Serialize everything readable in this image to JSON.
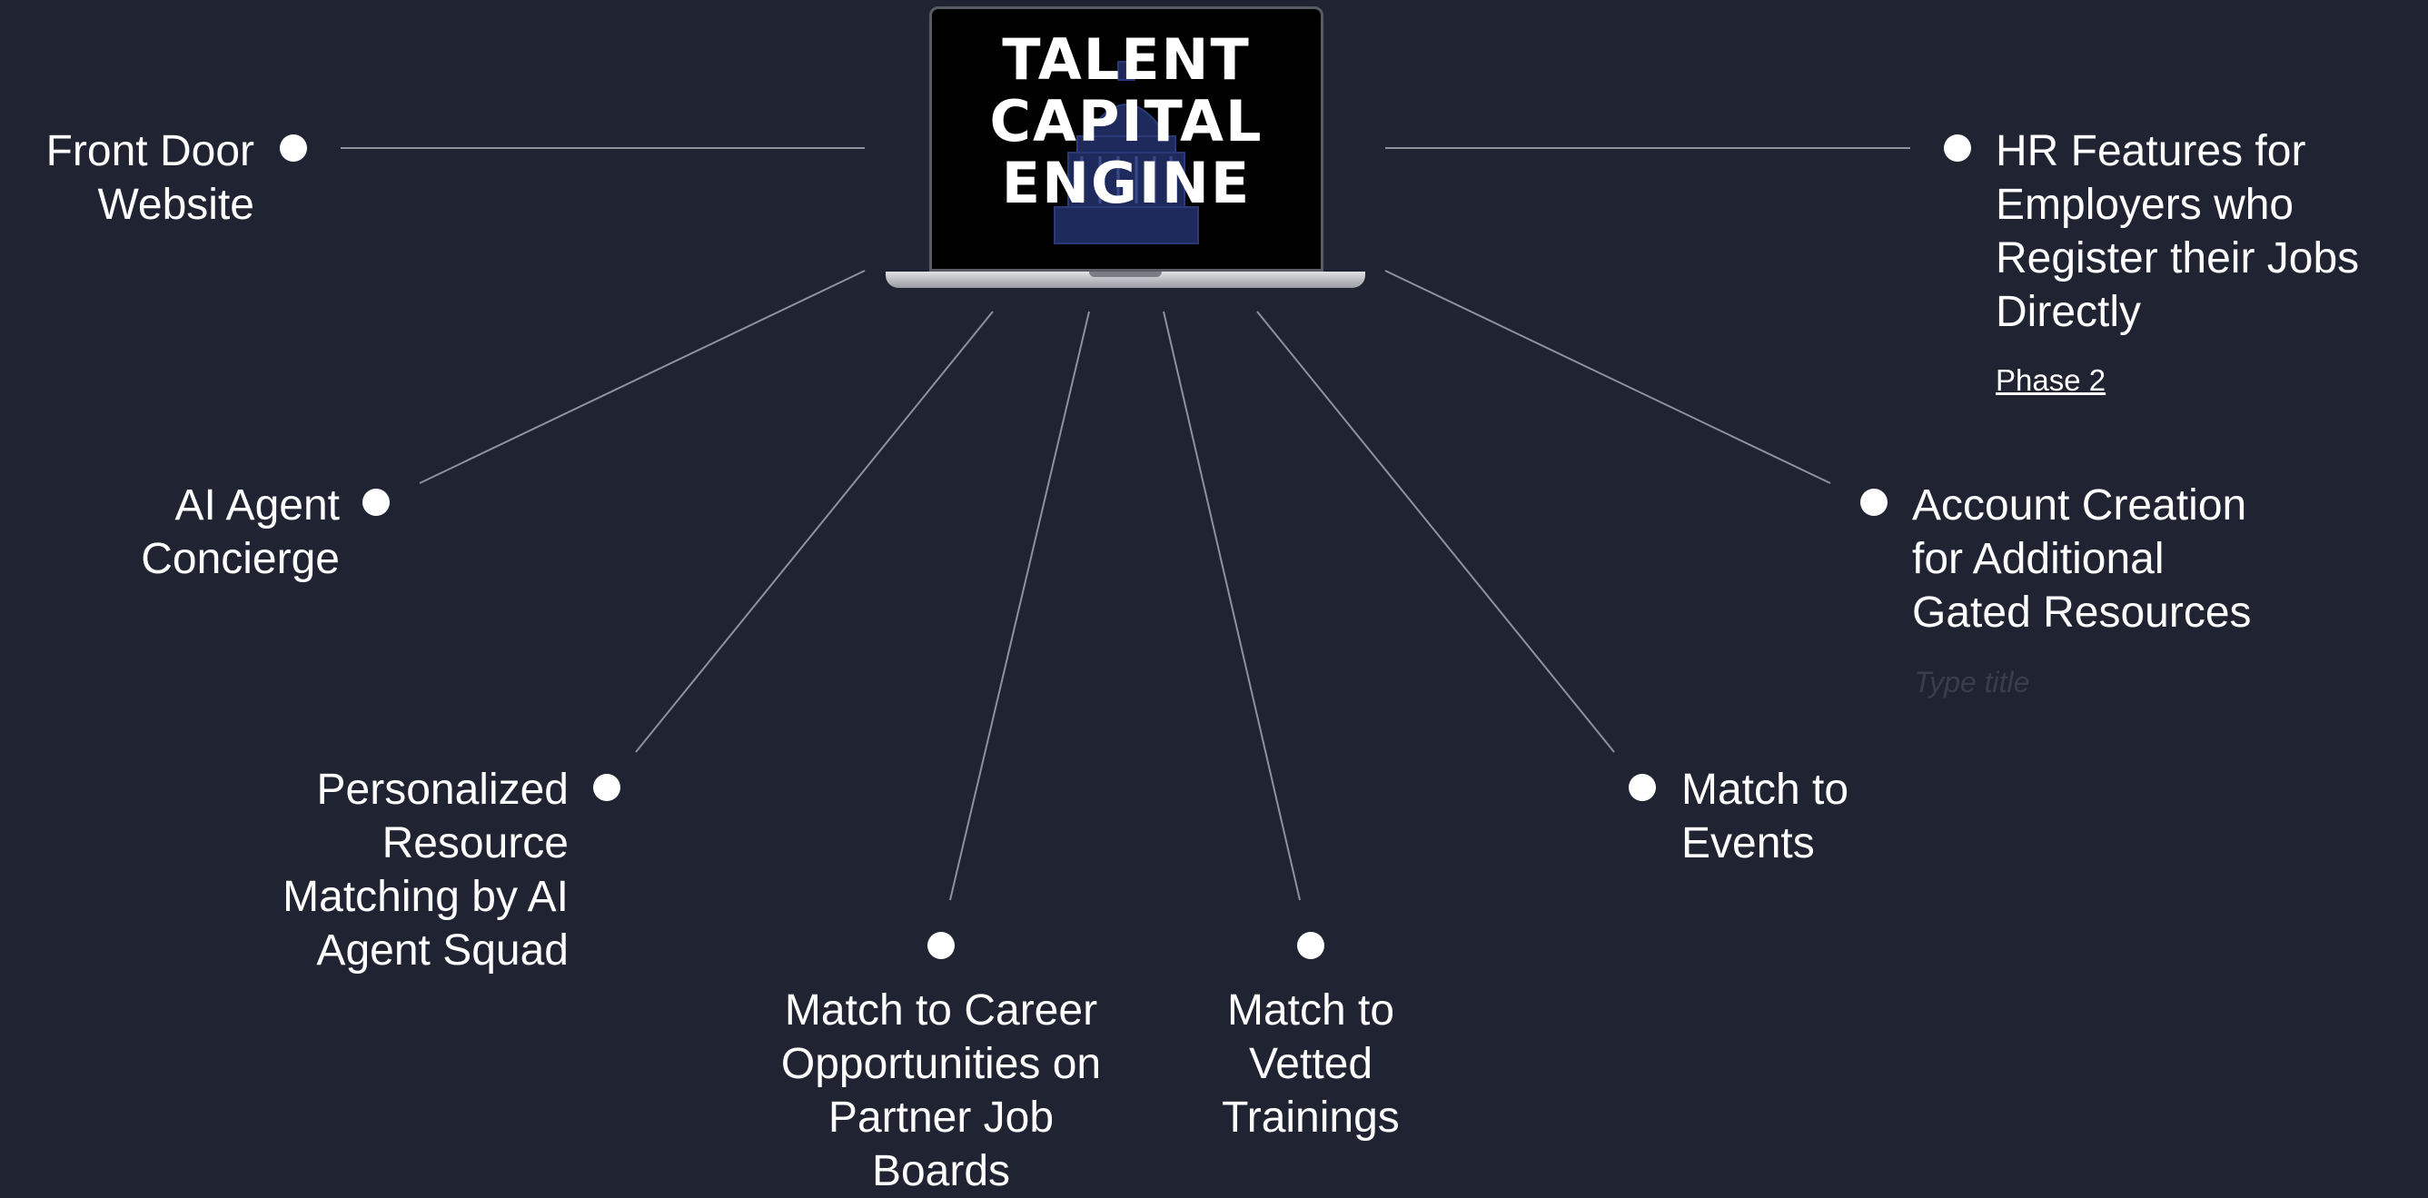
{
  "center": {
    "logo_text": "TALENT\nCAPITAL\nENGINE"
  },
  "nodes": {
    "front_door": "Front Door\nWebsite",
    "ai_concierge": "AI Agent\nConcierge",
    "personalized_matching": "Personalized\nResource\nMatching by AI\nAgent Squad",
    "career_opportunities": "Match to Career\nOpportunities on\nPartner Job\nBoards",
    "vetted_trainings": "Match to\nVetted\nTrainings",
    "events": "Match to\nEvents",
    "account_creation": "Account Creation\nfor Additional\nGated Resources",
    "hr_features": "HR Features for\nEmployers who\nRegister their Jobs\nDirectly"
  },
  "annotations": {
    "hr_features_phase": "Phase 2",
    "account_creation_placeholder": "Type title"
  },
  "colors": {
    "background": "#202331",
    "connector": "#8f929b",
    "text": "#ffffff",
    "placeholder": "#3a3d4c"
  }
}
